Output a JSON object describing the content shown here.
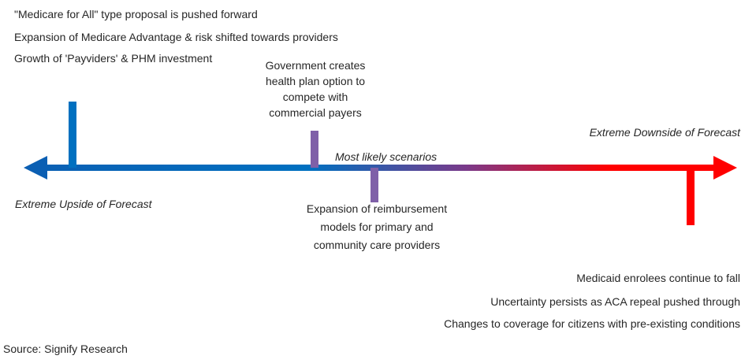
{
  "upside_drivers": [
    "\"Medicare for All\" type proposal is pushed forward",
    "Expansion of Medicare Advantage & risk shifted towards providers",
    "Growth of 'Payviders' & PHM investment"
  ],
  "government_option": [
    "Government creates",
    "health plan option to",
    "compete with",
    "commercial payers"
  ],
  "most_likely_label": "Most likely scenarios",
  "reimbursement_expansion": [
    "Expansion of reimbursement",
    "models for primary and",
    "community care providers"
  ],
  "extreme_upside_label": "Extreme Upside of Forecast",
  "extreme_downside_label": "Extreme Downside of Forecast",
  "downside_drivers": [
    "Medicaid enrolees continue to fall",
    "Uncertainty persists as ACA repeal pushed through",
    "Changes to coverage for citizens with pre-existing conditions"
  ],
  "source": "Source: Signify Research",
  "colors": {
    "blue": "#0070C0",
    "red": "#FF0000",
    "purple": "#7F60A8",
    "text": "#262626"
  }
}
